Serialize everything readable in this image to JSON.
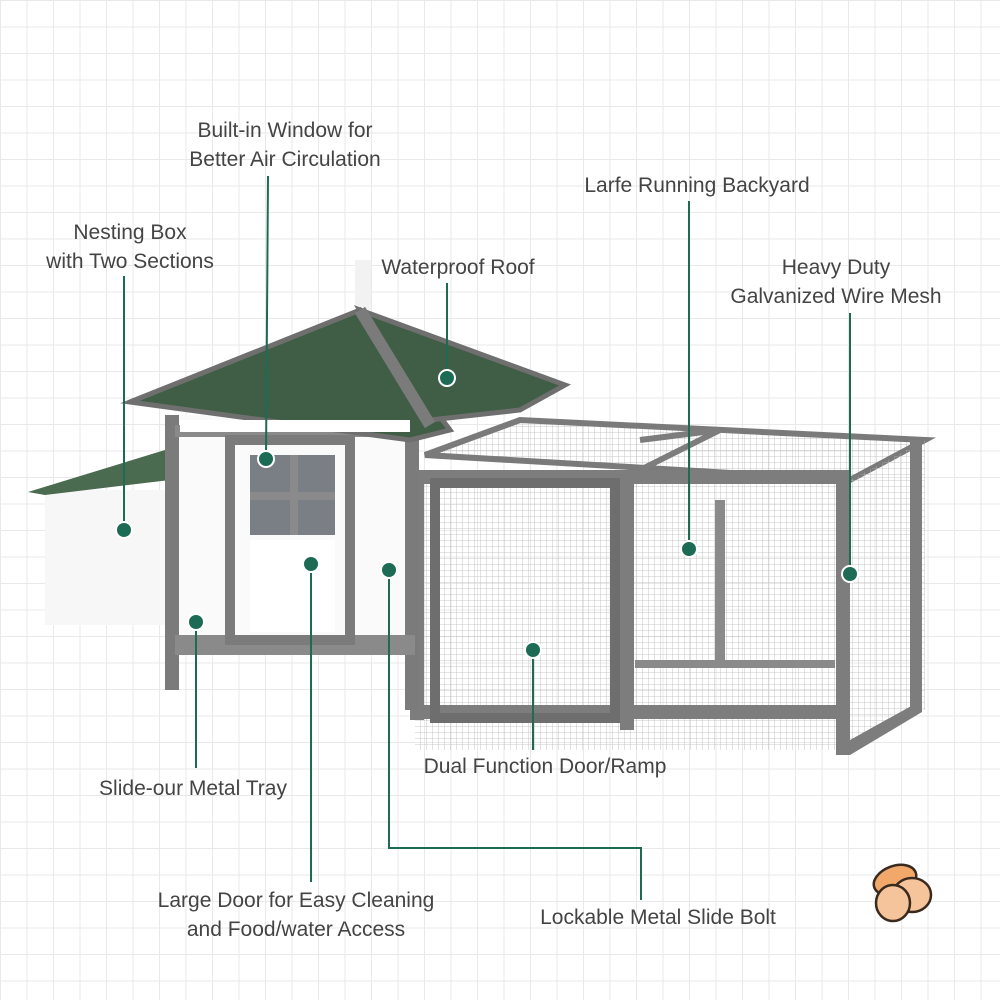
{
  "labels": {
    "window": [
      "Built-in Window for",
      "Better Air Circulation"
    ],
    "nesting": [
      "Nesting Box",
      "with Two Sections"
    ],
    "roof": "Waterproof Roof",
    "backyard": "Larfe Running Backyard",
    "mesh": [
      "Heavy Duty",
      "Galvanized Wire Mesh"
    ],
    "tray": "Slide-our Metal Tray",
    "ramp": "Dual Function Door/Ramp",
    "door": [
      "Large Door for Easy Cleaning",
      "and Food/water Access"
    ],
    "bolt": "Lockable Metal Slide Bolt"
  },
  "colors": {
    "accent": "#1e6b55",
    "roof": "#3f5e45",
    "wood": "#7a7a7a",
    "text": "#444444"
  },
  "icons": [
    "eggs-icon"
  ]
}
